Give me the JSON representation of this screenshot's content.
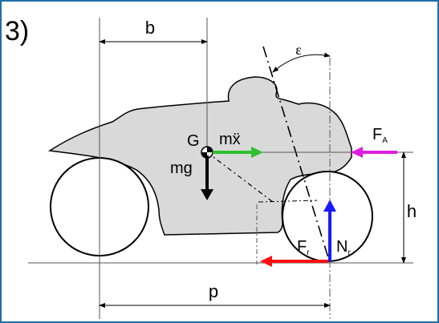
{
  "figure": {
    "number_label": "3)",
    "dimensions": {
      "b": "b",
      "p": "p",
      "h": "h"
    },
    "angle": "ε",
    "point_label": "G",
    "forces": {
      "inertia": "mẍ",
      "weight": "mg",
      "aero": "F",
      "aero_sub": "A",
      "normal": "N",
      "normal_sub": "r",
      "friction": "F",
      "friction_sub": "r"
    },
    "colors": {
      "frame_border": "#1e6ea8",
      "body_fill": "#d9d9d9",
      "inertia_arrow": "#2fbf2f",
      "aero_arrow": "#e01ee0",
      "normal_arrow": "#1a1aff",
      "friction_arrow": "#ff1010",
      "weight_arrow": "#000000"
    }
  }
}
